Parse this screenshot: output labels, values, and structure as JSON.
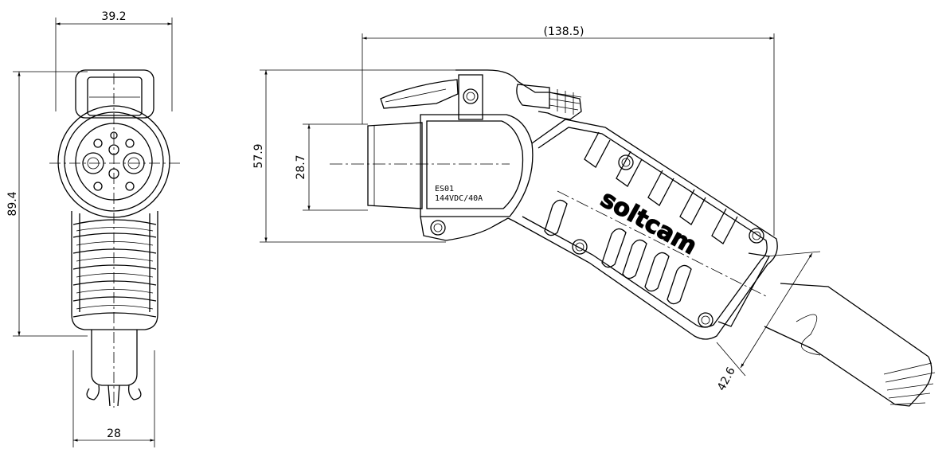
{
  "dimensions": {
    "front_width": "39.2",
    "front_height": "89.4",
    "front_bottom_width": "28",
    "side_length": "(138.5)",
    "side_height": "57.9",
    "side_inner_height": "28.7",
    "cable_width": "42.6"
  },
  "product_markings": {
    "model": "ES01",
    "rating": "144VDC/40A",
    "brand": "soltcam"
  }
}
